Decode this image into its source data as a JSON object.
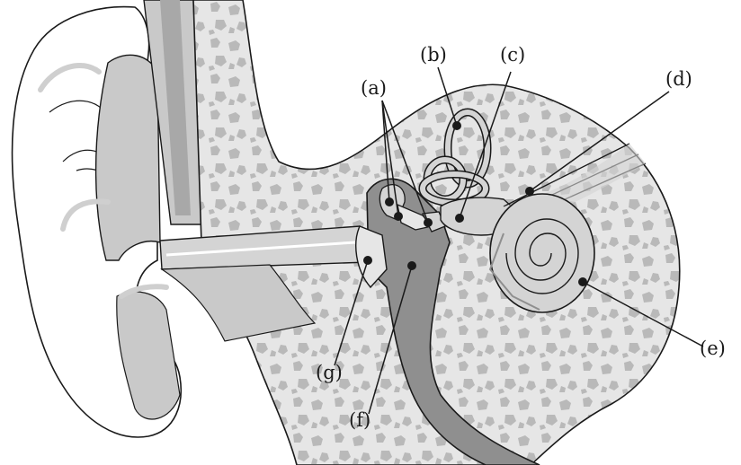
{
  "labels": {
    "a": "(a)",
    "b": "(b)",
    "c": "(c)",
    "d": "(d)",
    "e": "(e)",
    "f": "(f)",
    "g": "(g)"
  },
  "colors": {
    "outline": "#1a1a1a",
    "skin": "#ffffff",
    "bone": "#e6e6e6",
    "bone_speckle": "#b9b9b9",
    "canal": "#c9c9c9",
    "dark_tissue": "#8f8f8f",
    "organ_fill": "#d4d4d4",
    "highlight": "#cfcfcf"
  }
}
